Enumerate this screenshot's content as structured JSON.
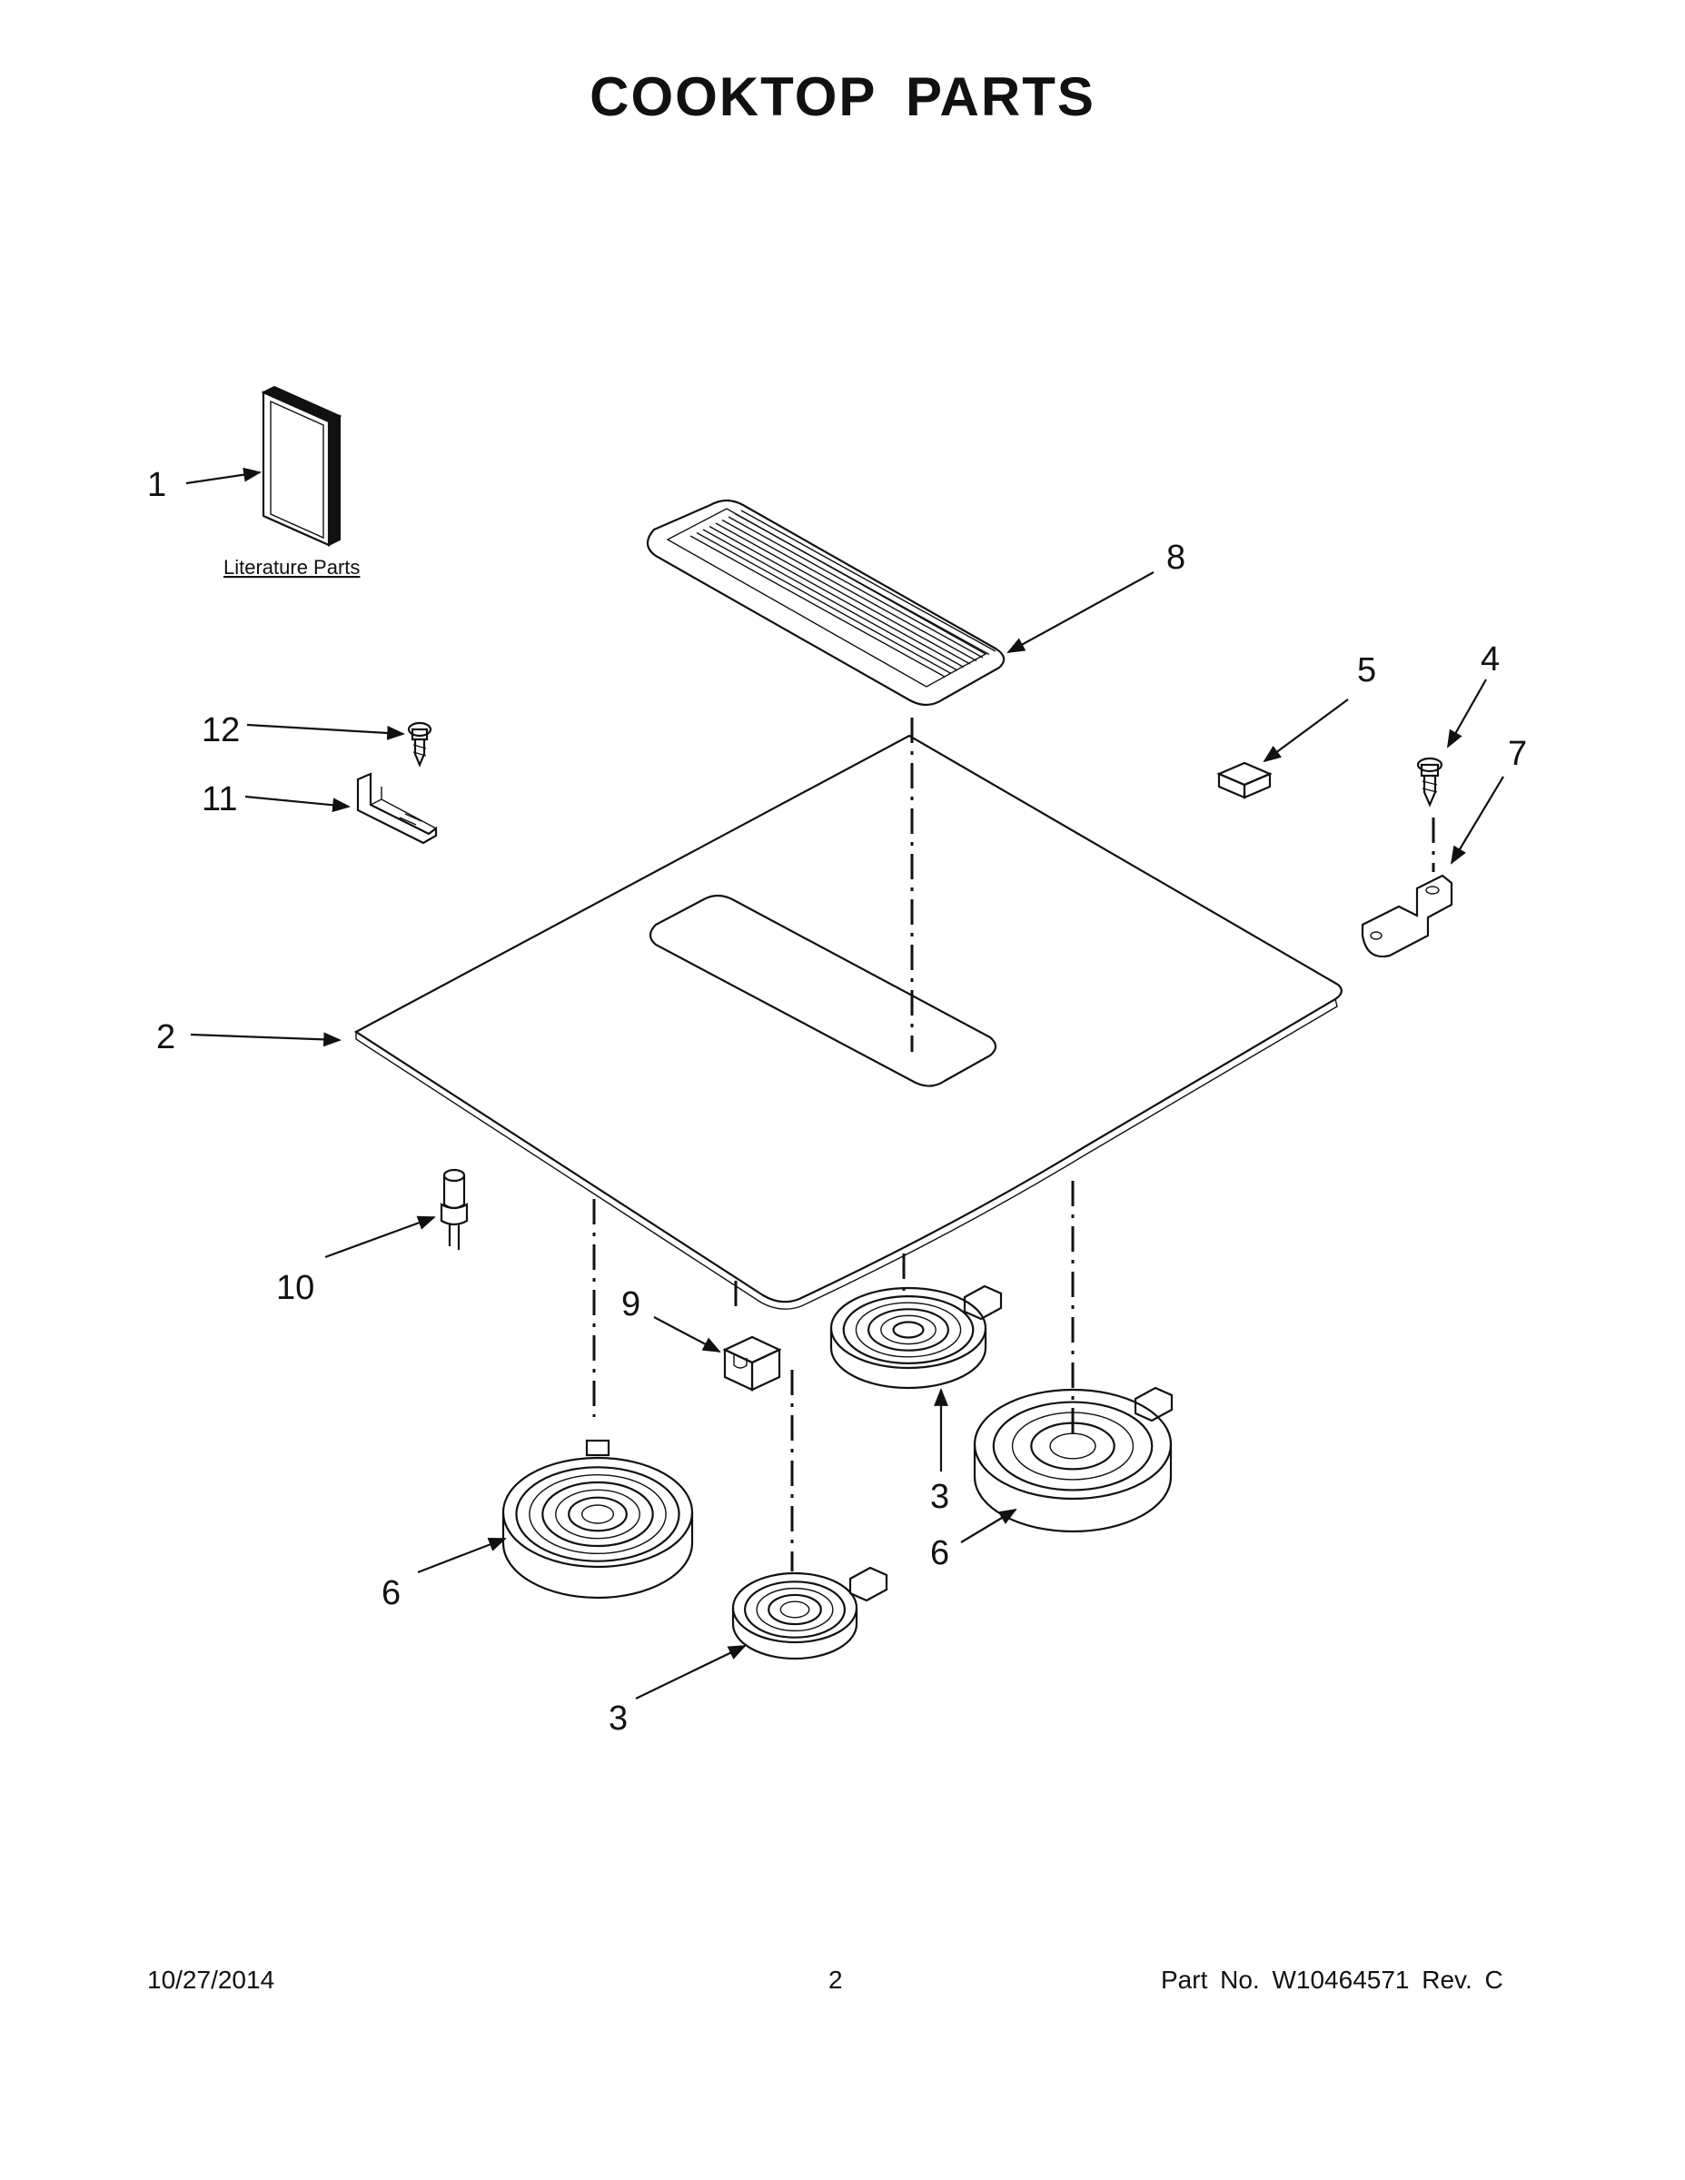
{
  "page": {
    "title": "COOKTOP PARTS",
    "footer": {
      "date": "10/27/2014",
      "page_number": "2",
      "part_number": "Part No.  W10464571  Rev.  C"
    }
  },
  "literature": {
    "label": "Literature Parts"
  },
  "callouts": [
    {
      "id": "c1",
      "text": "1"
    },
    {
      "id": "c2",
      "text": "2"
    },
    {
      "id": "c3a",
      "text": "3"
    },
    {
      "id": "c3b",
      "text": "3"
    },
    {
      "id": "c4",
      "text": "4"
    },
    {
      "id": "c5",
      "text": "5"
    },
    {
      "id": "c6a",
      "text": "6"
    },
    {
      "id": "c6b",
      "text": "6"
    },
    {
      "id": "c7",
      "text": "7"
    },
    {
      "id": "c8",
      "text": "8"
    },
    {
      "id": "c9",
      "text": "9"
    },
    {
      "id": "c10",
      "text": "10"
    },
    {
      "id": "c11",
      "text": "11"
    },
    {
      "id": "c12",
      "text": "12"
    }
  ]
}
